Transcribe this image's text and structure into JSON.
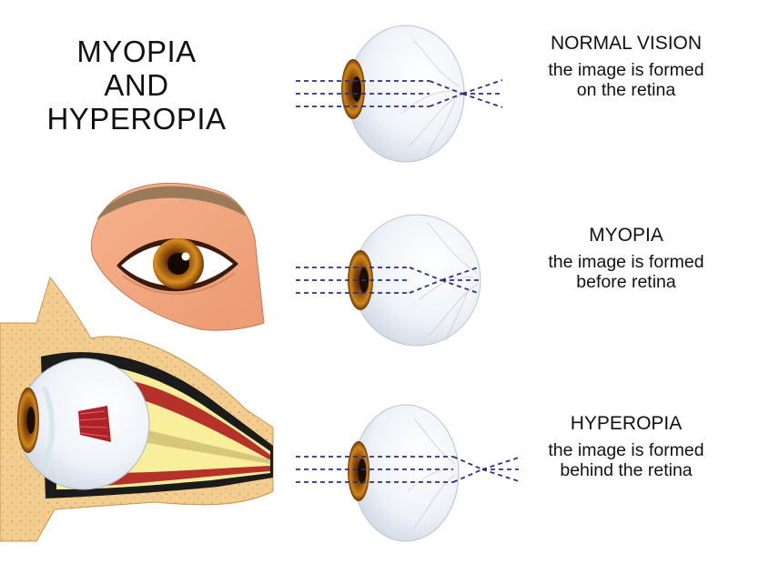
{
  "title": {
    "line1": "MYOPIA",
    "line2": "AND",
    "line3": "HYPEROPIA"
  },
  "panels": {
    "normal": {
      "heading": "NORMAL VISION",
      "line1": "the image is formed",
      "line2": "on the retina"
    },
    "myopia": {
      "heading": "MYOPIA",
      "line1": "the image is formed",
      "line2": "before retina"
    },
    "hyperopia": {
      "heading": "HYPEROPIA",
      "line1": "the image is formed",
      "line2": "behind the retina"
    }
  },
  "colors": {
    "ray": "#1e2a78",
    "eyeball": "#f4f7fb",
    "iris": "#b86a10",
    "skin": "#f2a47c",
    "brow": "#9c7b5b",
    "bone": "#f3cf91",
    "muscle": "#b8332b",
    "fat": "#f8ee9a"
  }
}
